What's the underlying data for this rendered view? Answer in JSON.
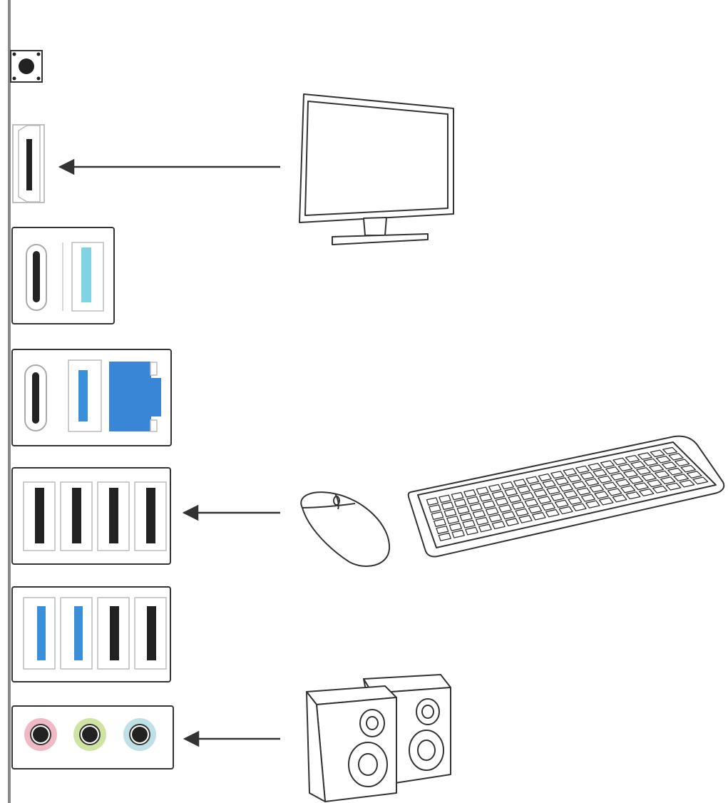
{
  "colors": {
    "outline": "#333333",
    "panel_line": "#9a9a9a",
    "usb_blue": "#3a8fd9",
    "usb_light_blue": "#7fd3e3",
    "lan_blue": "#3a86d6",
    "port_black": "#222222",
    "audio_pink": "#f1b9c6",
    "audio_green": "#cfe3a3",
    "audio_light_blue": "#bfe0e6",
    "arrow": "#333333"
  },
  "panel": {
    "ports": [
      {
        "name": "clear-cmos-button",
        "kind": "button"
      },
      {
        "name": "hdmi-port",
        "kind": "hdmi"
      },
      {
        "name": "usb-c-port-upper",
        "kind": "usb-c"
      },
      {
        "name": "usb-a-light-blue-port",
        "kind": "usb-a",
        "color": "light-blue"
      },
      {
        "name": "usb-c-port-lower",
        "kind": "usb-c"
      },
      {
        "name": "usb-a-blue-port",
        "kind": "usb-a",
        "color": "blue"
      },
      {
        "name": "lan-port",
        "kind": "rj45"
      },
      {
        "name": "usb-a-black-ports",
        "kind": "usb-a",
        "count": 4,
        "color": "black"
      },
      {
        "name": "usb-a-mixed-ports",
        "kind": "usb-a",
        "count": 4,
        "colors": [
          "blue",
          "blue",
          "black",
          "black"
        ]
      },
      {
        "name": "audio-jacks",
        "kind": "audio",
        "colors": [
          "pink",
          "green",
          "light-blue"
        ]
      }
    ]
  },
  "devices": [
    {
      "name": "monitor-icon",
      "connects_to": "hdmi-port"
    },
    {
      "name": "mouse-icon",
      "connects_to": "usb-a-black-ports"
    },
    {
      "name": "keyboard-icon",
      "connects_to": "usb-a-black-ports"
    },
    {
      "name": "speakers-icon",
      "connects_to": "audio-jacks"
    }
  ]
}
